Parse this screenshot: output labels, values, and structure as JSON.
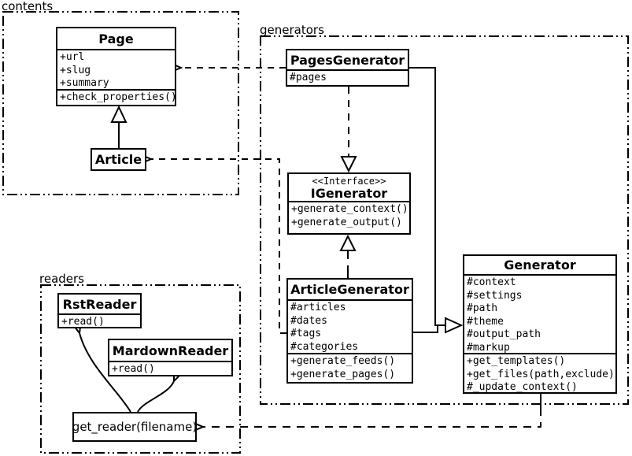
{
  "packages": {
    "contents": {
      "label": "contents"
    },
    "generators": {
      "label": "generators"
    },
    "readers": {
      "label": "readers"
    }
  },
  "classes": {
    "page": {
      "name": "Page",
      "attributes": [
        "+url",
        "+slug",
        "+summary"
      ],
      "methods": [
        "+check_properties()"
      ]
    },
    "article": {
      "name": "Article"
    },
    "pages_generator": {
      "name": "PagesGenerator",
      "attributes": [
        "#pages"
      ]
    },
    "igenerator": {
      "stereotype": "<<Interface>>",
      "name": "IGenerator",
      "methods": [
        "+generate_context()",
        "+generate_output()"
      ]
    },
    "article_generator": {
      "name": "ArticleGenerator",
      "attributes": [
        "#articles",
        "#dates",
        "#tags",
        "#categories"
      ],
      "methods": [
        "+generate_feeds()",
        "+generate_pages()"
      ]
    },
    "generator": {
      "name": "Generator",
      "attributes": [
        "#context",
        "#settings",
        "#path",
        "#theme",
        "#output_path",
        "#markup"
      ],
      "methods": [
        "+get_templates()",
        "+get_files(path,exclude)",
        "#_update_context()"
      ]
    },
    "rst_reader": {
      "name": "RstReader",
      "methods": [
        "+read()"
      ]
    },
    "mardown_reader": {
      "name": "MardownReader",
      "methods": [
        "+read()"
      ]
    }
  },
  "nodes": {
    "get_reader": {
      "label": "get_reader(filename)"
    }
  },
  "relationships": [
    {
      "from": "Article",
      "to": "Page",
      "type": "inheritance"
    },
    {
      "from": "PagesGenerator",
      "to": "Page",
      "type": "dependency"
    },
    {
      "from": "ArticleGenerator",
      "to": "Article",
      "type": "dependency"
    },
    {
      "from": "PagesGenerator",
      "to": "IGenerator",
      "type": "realization"
    },
    {
      "from": "ArticleGenerator",
      "to": "IGenerator",
      "type": "realization"
    },
    {
      "from": "PagesGenerator",
      "to": "Generator",
      "type": "inheritance"
    },
    {
      "from": "ArticleGenerator",
      "to": "Generator",
      "type": "inheritance"
    },
    {
      "from": "Generator",
      "to": "get_reader(filename)",
      "type": "dependency"
    },
    {
      "from": "get_reader(filename)",
      "to": "RstReader",
      "type": "arrow"
    },
    {
      "from": "get_reader(filename)",
      "to": "MardownReader",
      "type": "arrow"
    }
  ],
  "colors": {
    "line": "#000000",
    "background": "#ffffff",
    "box_fill": "#ffffff"
  }
}
